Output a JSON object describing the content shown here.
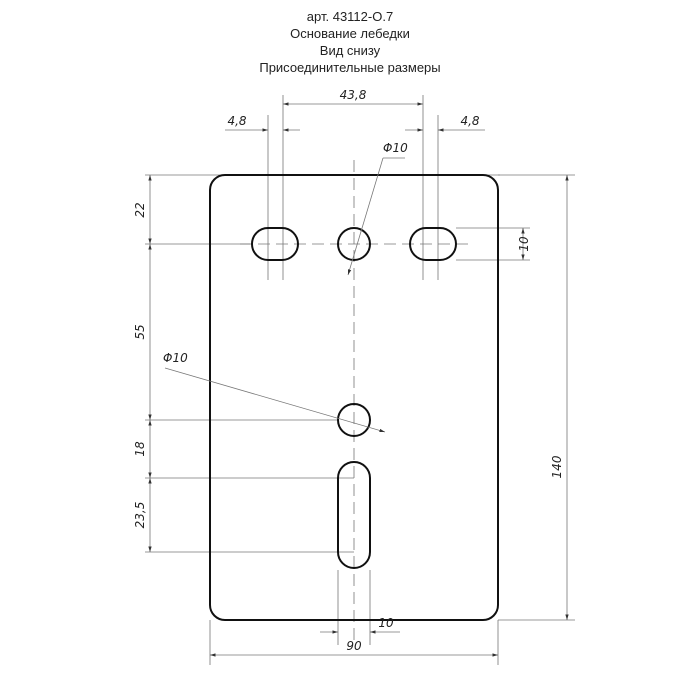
{
  "title": {
    "line1": "арт. 43112-О.7",
    "line2": "Основание лебедки",
    "line3": "Вид снизу",
    "line4": "Присоединительные размеры"
  },
  "dimensions": {
    "slot_spacing": "43,8",
    "slot_length_left": "4,8",
    "slot_length_right": "4,8",
    "hole_top_diameter": "Φ10",
    "hole_mid_diameter": "Φ10",
    "top_offset": "22",
    "hole_spacing": "55",
    "hole_to_slot": "18",
    "slot_vertical_length": "23,5",
    "slot_width_right": "10",
    "slot_width_bottom": "10",
    "overall_height": "140",
    "overall_width": "90"
  },
  "colors": {
    "outline": "#111111",
    "dimension": "#777777"
  }
}
